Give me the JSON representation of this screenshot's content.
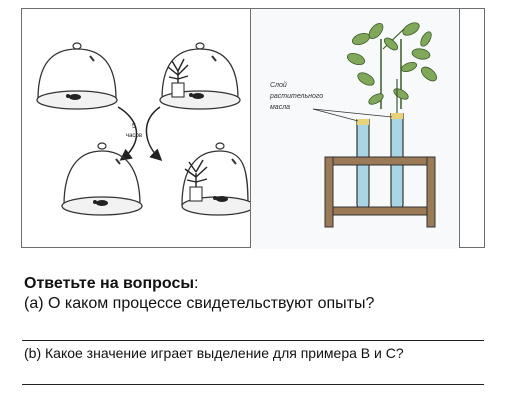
{
  "figure": {
    "time_label_line1": "5",
    "time_label_line2": "часов",
    "oil_label_lines": [
      "Слой",
      "растительного",
      "масла"
    ]
  },
  "questions": {
    "heading_bold": "Ответьте на вопросы",
    "heading_colon": ":",
    "question_a": "(а) О каком процессе свидетельствуют опыты?",
    "question_b": "(b) Какое значение играет выделение для примера В и С?"
  }
}
